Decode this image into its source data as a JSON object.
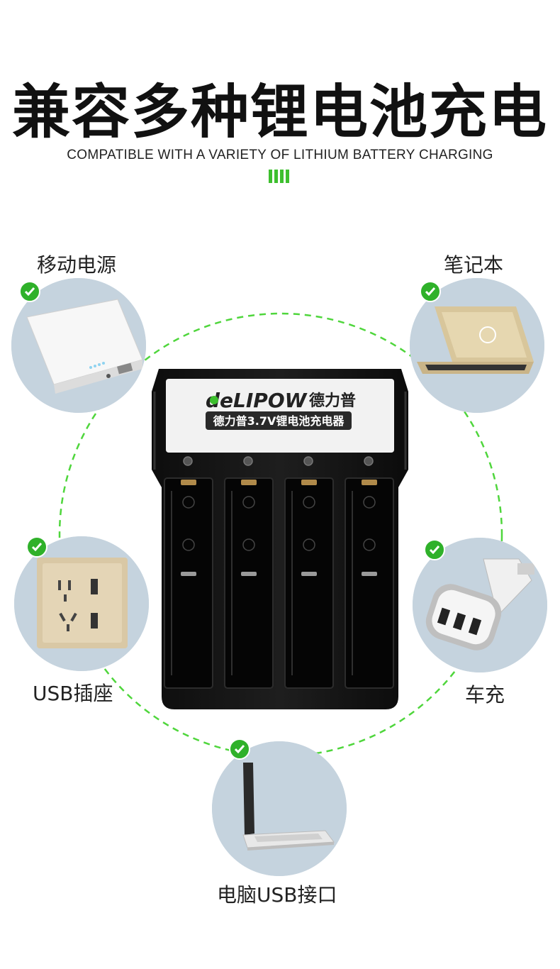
{
  "header": {
    "title": "兼容多种锂电池充电",
    "subtitle": "COMPATIBLE WITH A VARIETY OF LITHIUM BATTERY CHARGING"
  },
  "charger": {
    "brand_logo": "delipow",
    "brand_cn": "德力普",
    "model_text": "德力普3.7V锂电池充电器"
  },
  "devices": [
    {
      "id": "power-bank",
      "label": "移动电源"
    },
    {
      "id": "notebook",
      "label": "笔记本"
    },
    {
      "id": "usb-socket",
      "label": "USB插座"
    },
    {
      "id": "car-charger",
      "label": "车充"
    },
    {
      "id": "computer-usb",
      "label": "电脑USB接口"
    }
  ],
  "colors": {
    "accent_green": "#3dbf2e",
    "check_green": "#2fb12a",
    "circle_bg": "#c9d6e0"
  }
}
